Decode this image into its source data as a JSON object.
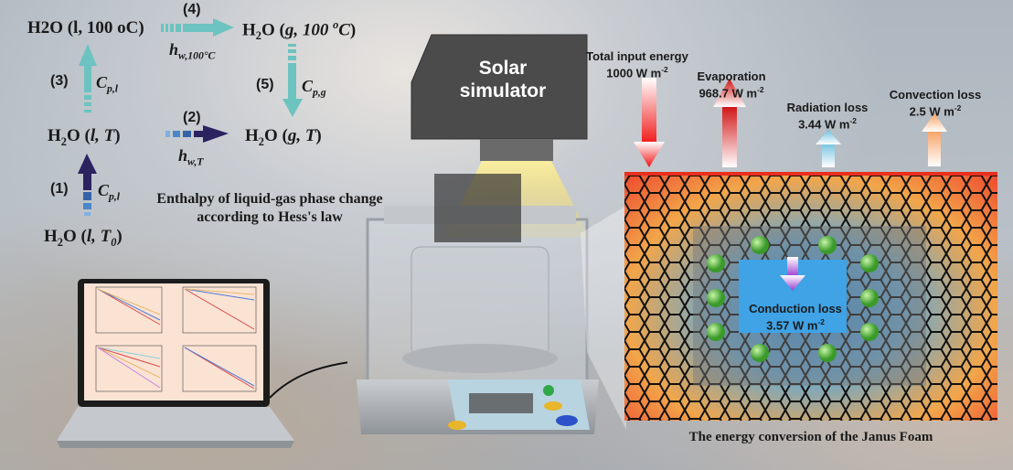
{
  "hess": {
    "s1": {
      "pre": "H",
      "sub": "2",
      "post": "O (",
      "phase": "l",
      "sep": ", ",
      "temp": "100 ",
      "sup": "o",
      "unit": "C",
      ")": ")"
    },
    "s1_text": "H2O (l, 100 oC)",
    "states": {
      "l100": {
        "a": "H",
        "b": "2",
        "c": "O (",
        "d": "l, 100 ",
        "e": "o",
        "f": "C",
        ")": ")"
      },
      "g100": {
        "a": "H",
        "b": "2",
        "c": "O (",
        "d": "g, 100 ",
        "e": "o",
        "f": "C"
      },
      "lT": {
        "a": "H",
        "b": "2",
        "c": "O (",
        "d": "l, T"
      },
      "gT": {
        "a": "H",
        "b": "2",
        "c": "O (",
        "d": "g, T"
      },
      "lT0": {
        "a": "H",
        "b": "2",
        "c": "O (",
        "d": "l, T",
        "e": "0"
      },
      "close": ")"
    },
    "steps": [
      "(1)",
      "(2)",
      "(3)",
      "(4)",
      "(5)"
    ],
    "symbols": {
      "cpl_a": "C",
      "cpl_b": "p,l",
      "cpg_b": "p,g",
      "hw_a": "h",
      "hw100_b": "w,100°C",
      "hwT_b": "w,T"
    },
    "caption_line1": "Enthalpy of liquid-gas phase change",
    "caption_line2": "according to Hess's law"
  },
  "solar": {
    "line1": "Solar",
    "line2": "simulator"
  },
  "energy": {
    "input": {
      "label": "Total input energy",
      "value": "1000 W m",
      "exp": "-2"
    },
    "evaporation": {
      "label": "Evaporation",
      "value": "968.7 W m",
      "exp": "-2"
    },
    "radiation": {
      "label": "Radiation loss",
      "value": "3.44 W m",
      "exp": "-2"
    },
    "convection": {
      "label": "Convection loss",
      "value": "2.5 W m",
      "exp": "-2"
    },
    "conduction": {
      "label": "Conduction loss",
      "value": "3.57 W m",
      "exp": "-2"
    }
  },
  "foam_caption": "The energy conversion of the Janus Foam",
  "colors": {
    "teal": "#6cc3c0",
    "navy": "#2b2260",
    "blue": "#3f78c0",
    "foamBlue": "#4aa3e0"
  }
}
